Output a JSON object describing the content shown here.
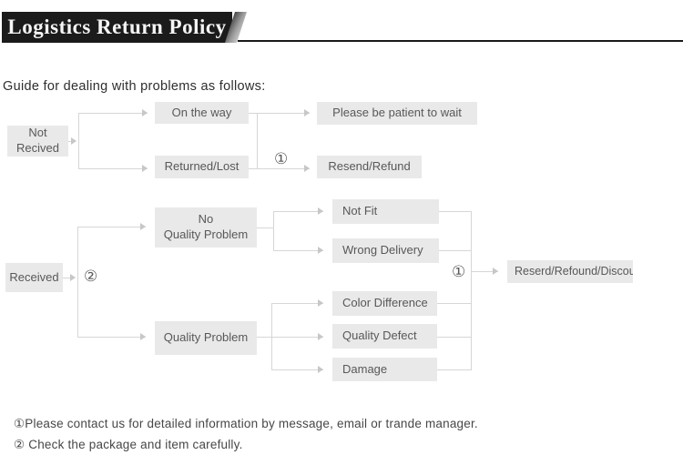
{
  "header": {
    "title": "Logistics Return Policy"
  },
  "intro": {
    "text": "Guide for dealing with problems as follows:"
  },
  "flow": {
    "not_received": "Not\nRecived",
    "on_the_way": "On the way",
    "returned_lost": "Returned/Lost",
    "please_wait": "Please be patient to wait",
    "resend_refund": "Resend/Refund",
    "marker_1": "①",
    "received": "Received",
    "marker_2": "②",
    "no_quality_problem": "No\nQuality Problem",
    "quality_problem": "Quality Problem",
    "not_fit": "Not Fit",
    "wrong_delivery": "Wrong Delivery",
    "color_difference": "Color Difference",
    "quality_defect": "Quality Defect",
    "damage": "Damage",
    "marker_3": "①",
    "resolution": "Reserd/Refound/Discoun"
  },
  "footnotes": {
    "note_1": "①Please contact us for detailed information by message, email or trande manager.",
    "note_2": "② Check the package and item carefully."
  },
  "colors": {
    "banner": "#1b1b1b",
    "box_fill": "#e9e9e9",
    "box_text": "#57585a",
    "connector_line": "#d6d6d6"
  }
}
